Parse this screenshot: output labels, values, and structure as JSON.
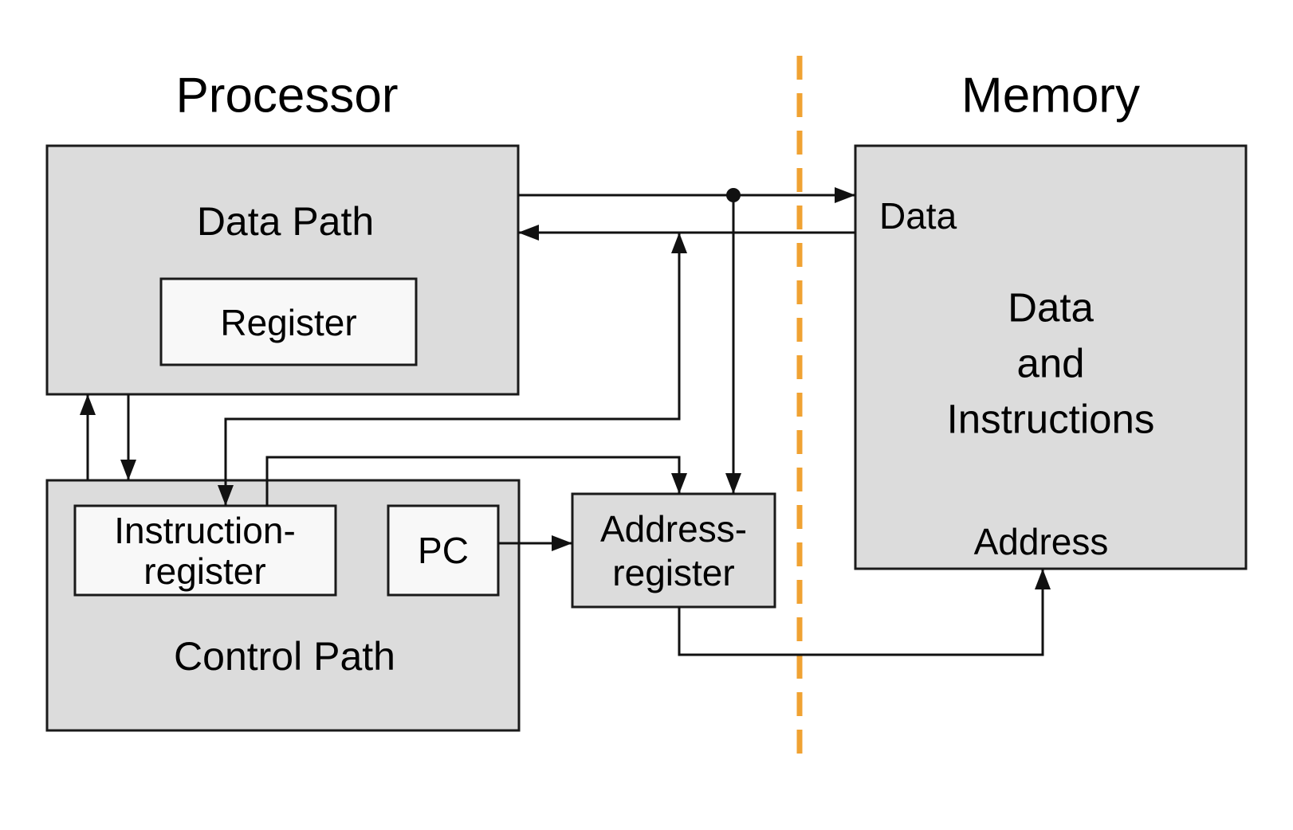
{
  "titles": {
    "processor": "Processor",
    "memory": "Memory"
  },
  "processor": {
    "data_path": {
      "label": "Data Path",
      "register_label": "Register"
    },
    "control_path": {
      "label": "Control Path",
      "instruction_register_lines": [
        "Instruction-",
        "register"
      ],
      "pc_label": "PC"
    },
    "address_register_lines": [
      "Address-",
      "register"
    ]
  },
  "memory": {
    "data_port_label": "Data",
    "content_lines": [
      "Data",
      "and",
      "Instructions"
    ],
    "address_port_label": "Address"
  },
  "colors": {
    "box_fill": "#dcdcdc",
    "inner_box_fill": "#f8f8f8",
    "outline": "#1a1a1a",
    "connector": "#111111",
    "boundary_dashed": "#f0a232"
  }
}
